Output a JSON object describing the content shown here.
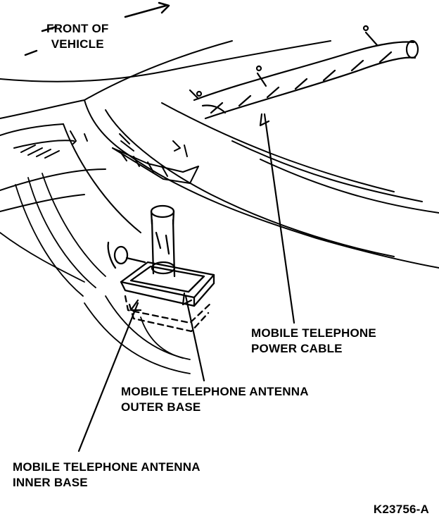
{
  "labels": {
    "front_of_vehicle": [
      "FRONT OF",
      "VEHICLE"
    ],
    "power_cable": [
      "MOBILE TELEPHONE",
      "POWER CABLE"
    ],
    "outer_base": [
      "MOBILE TELEPHONE ANTENNA",
      "OUTER BASE"
    ],
    "inner_base": [
      "MOBILE TELEPHONE ANTENNA",
      "INNER BASE"
    ],
    "figure_code": "K23756-A"
  },
  "colors": {
    "ink": "#000000",
    "paper": "#ffffff"
  }
}
